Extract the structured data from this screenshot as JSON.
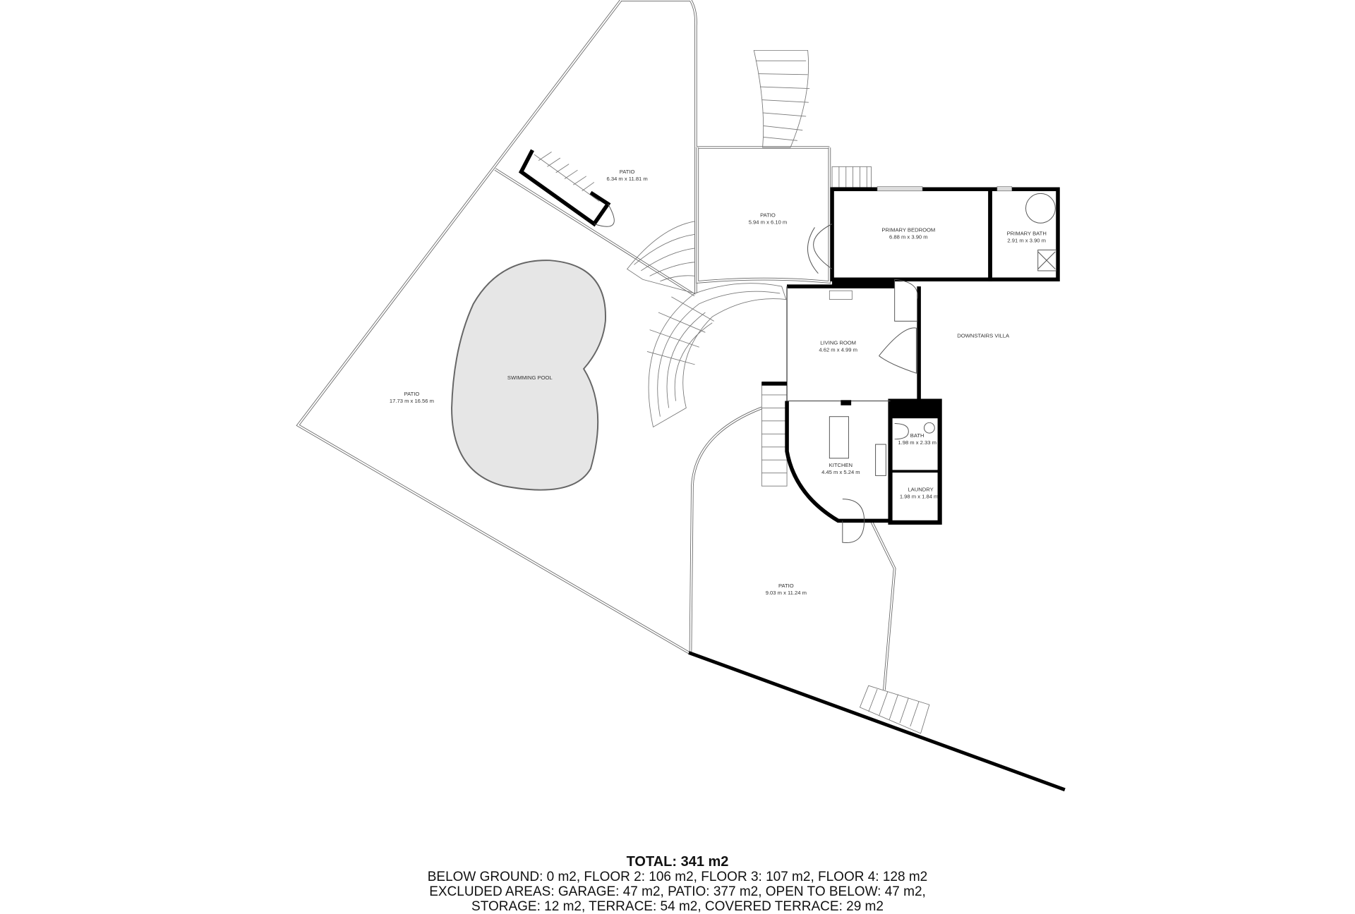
{
  "rooms": {
    "patio_top": {
      "name": "PATIO",
      "dims": "6.34 m x 11.81 m"
    },
    "patio_center": {
      "name": "PATIO",
      "dims": "5.94 m x 6.10 m"
    },
    "primary_bedroom": {
      "name": "PRIMARY BEDROOM",
      "dims": "6.88 m x 3.90 m"
    },
    "primary_bath": {
      "name": "PRIMARY BATH",
      "dims": "2.91 m x 3.90 m"
    },
    "downstairs_villa": {
      "name": "DOWNSTAIRS VILLA"
    },
    "living_room": {
      "name": "LIVING ROOM",
      "dims": "4.62 m x 4.99 m"
    },
    "swimming_pool": {
      "name": "SWIMMING POOL"
    },
    "patio_left": {
      "name": "PATIO",
      "dims": "17.73 m x 16.56 m"
    },
    "kitchen": {
      "name": "KITCHEN",
      "dims": "4.45 m x 5.24 m"
    },
    "bath": {
      "name": "BATH",
      "dims": "1.98 m x 2.33 m"
    },
    "laundry": {
      "name": "LAUNDRY",
      "dims": "1.98 m x 1.84 m"
    },
    "patio_bottom": {
      "name": "PATIO",
      "dims": "9.03 m x 11.24 m"
    }
  },
  "summary": {
    "total": "TOTAL: 341 m2",
    "floors": "BELOW GROUND: 0 m2, FLOOR 2: 106 m2, FLOOR 3: 107 m2, FLOOR 4: 128 m2",
    "excluded": "EXCLUDED AREAS: GARAGE: 47 m2, PATIO: 377 m2, OPEN TO BELOW: 47 m2,",
    "excluded_cont": "STORAGE: 12 m2, TERRACE: 54 m2, COVERED TERRACE: 29 m2"
  },
  "colors": {
    "pool_fill": "#e6e6e6",
    "wall": "#000000"
  }
}
